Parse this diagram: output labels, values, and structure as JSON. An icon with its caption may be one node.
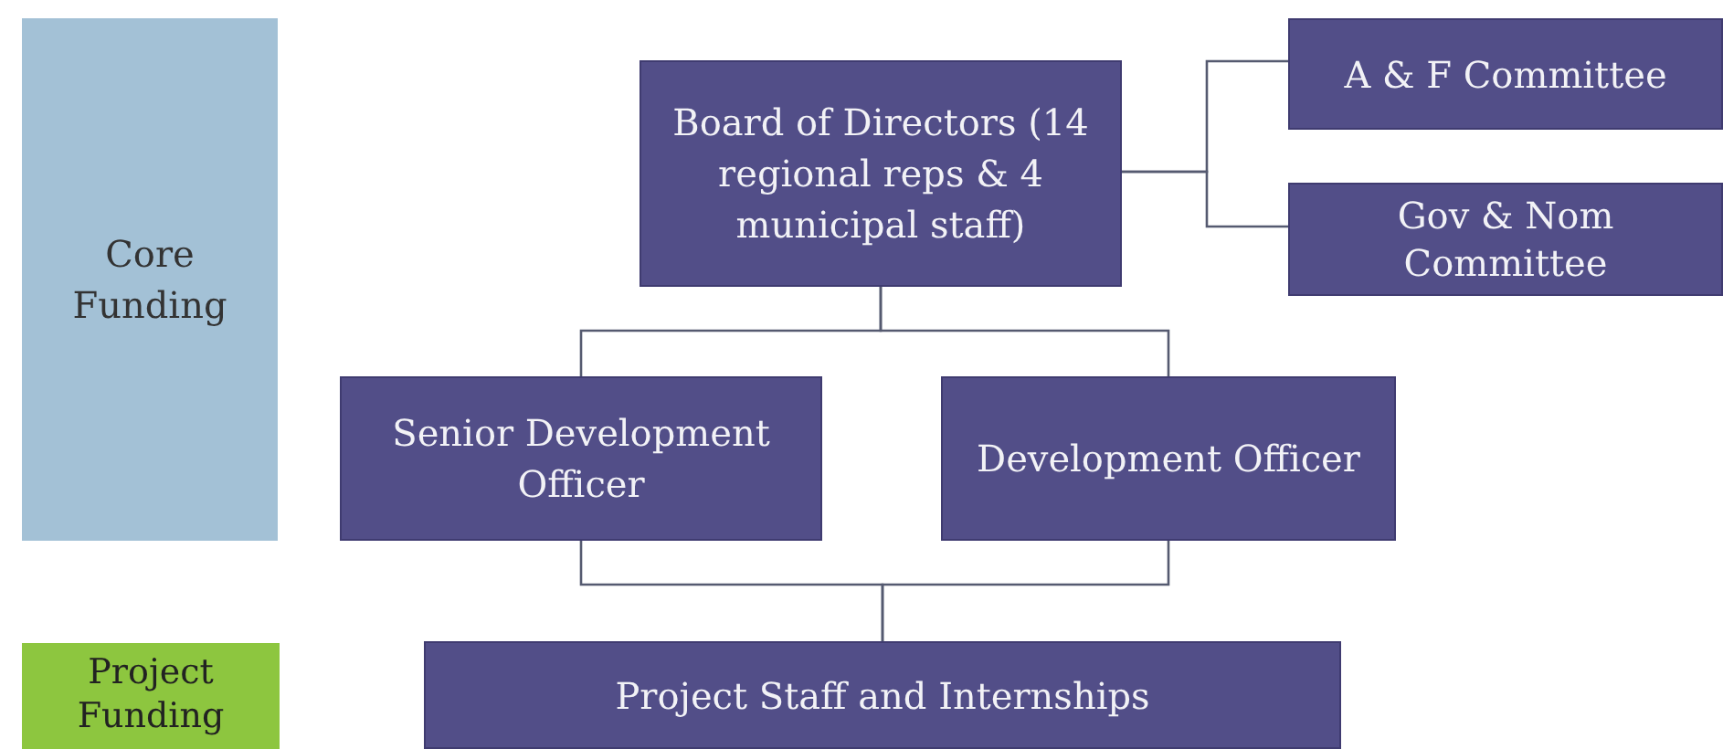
{
  "diagram": {
    "nodes": [
      {
        "text": [
          "Core Funding"
        ]
      },
      {
        "text": [
          "Project Funding"
        ]
      },
      {
        "text": [
          "Board of Directors (14 regional reps & 4 municipal staff)"
        ]
      },
      {
        "text": [
          "A & F Committee"
        ]
      },
      {
        "text": [
          "Gov & Nom Committee"
        ]
      },
      {
        "text": [
          "Senior Development Officer"
        ]
      },
      {
        "text": [
          "Development Officer"
        ]
      },
      {
        "text": [
          "Project Staff and Internships"
        ]
      }
    ],
    "edges": [
      {
        "from": 2,
        "to": 3,
        "arrow": "none"
      },
      {
        "from": 2,
        "to": 4,
        "arrow": "none"
      },
      {
        "from": 2,
        "to": 5,
        "arrow": "none"
      },
      {
        "from": 2,
        "to": 6,
        "arrow": "none"
      },
      {
        "from": 5,
        "to": 7,
        "arrow": "none"
      },
      {
        "from": 6,
        "to": 7,
        "arrow": "none"
      }
    ]
  }
}
